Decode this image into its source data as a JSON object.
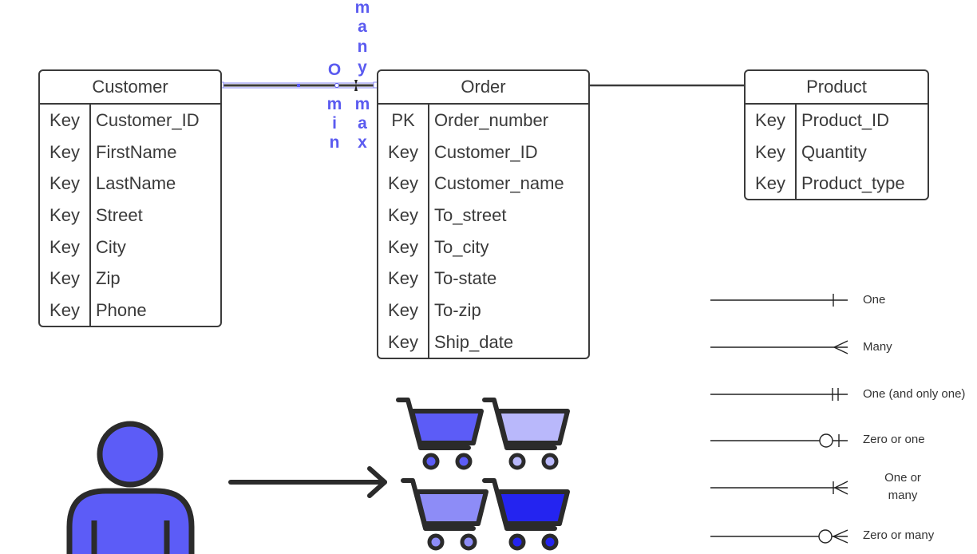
{
  "entities": {
    "customer": {
      "title": "Customer",
      "rows": [
        {
          "key": "Key",
          "field": "Customer_ID"
        },
        {
          "key": "Key",
          "field": "FirstName"
        },
        {
          "key": "Key",
          "field": "LastName"
        },
        {
          "key": "Key",
          "field": "Street"
        },
        {
          "key": "Key",
          "field": "City"
        },
        {
          "key": "Key",
          "field": "Zip"
        },
        {
          "key": "Key",
          "field": "Phone"
        }
      ]
    },
    "order": {
      "title": "Order",
      "rows": [
        {
          "key": "PK",
          "field": "Order_number"
        },
        {
          "key": "Key",
          "field": "Customer_ID"
        },
        {
          "key": "Key",
          "field": "Customer_name"
        },
        {
          "key": "Key",
          "field": "To_street"
        },
        {
          "key": "Key",
          "field": "To_city"
        },
        {
          "key": "Key",
          "field": "To-state"
        },
        {
          "key": "Key",
          "field": "To-zip"
        },
        {
          "key": "Key",
          "field": "Ship_date"
        }
      ]
    },
    "product": {
      "title": "Product",
      "rows": [
        {
          "key": "Key",
          "field": "Product_ID"
        },
        {
          "key": "Key",
          "field": "Quantity"
        },
        {
          "key": "Key",
          "field": "Product_type"
        }
      ]
    }
  },
  "cardinality_labels": {
    "zero": "O",
    "min": [
      "m",
      "i",
      "n"
    ],
    "many": [
      "m",
      "a",
      "n",
      "y"
    ],
    "max": [
      "m",
      "a",
      "x"
    ]
  },
  "legend": [
    {
      "label": "One"
    },
    {
      "label": "Many"
    },
    {
      "label": "One (and only one)"
    },
    {
      "label": "Zero or one"
    },
    {
      "label": "One or\nmany"
    },
    {
      "label": "Zero or many"
    }
  ],
  "colors": {
    "border": "#3b3b3b",
    "accent": "#5b5bf0",
    "person": "#5c5cf7",
    "cart_fills": [
      "#5c5cf7",
      "#b9b8fb",
      "#8d8cf7",
      "#2424f0"
    ]
  }
}
